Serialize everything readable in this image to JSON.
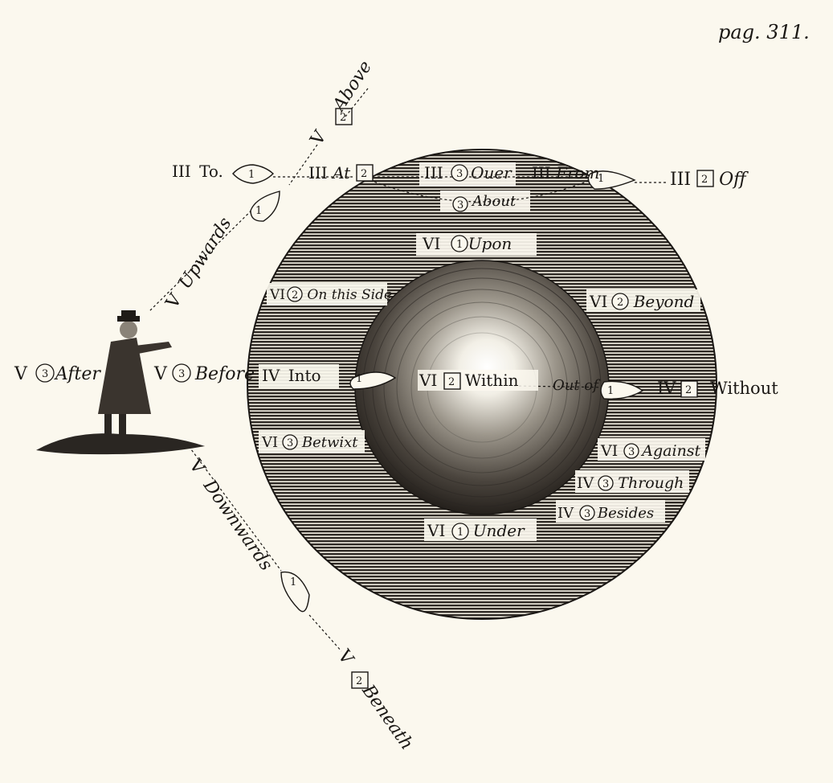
{
  "page_number": "pag. 311.",
  "colors": {
    "paper": "#fbf8ee",
    "ink": "#1a1714",
    "globe": "#2b2723"
  },
  "labels": {
    "above": {
      "roman": "V",
      "marker": "2",
      "word": "Above"
    },
    "upwards": {
      "roman": "V",
      "word": "Upwards",
      "marker": "1"
    },
    "to": {
      "roman": "III",
      "word": "To.",
      "marker": "1"
    },
    "at": {
      "roman": "III",
      "word": "At",
      "marker": "2"
    },
    "over": {
      "roman": "III",
      "marker": "3",
      "word": "Ouer"
    },
    "from": {
      "roman": "III",
      "word": "From",
      "marker": "1"
    },
    "off": {
      "roman": "III",
      "marker": "2",
      "word": "Off"
    },
    "about": {
      "marker": "3",
      "word": "About"
    },
    "upon": {
      "roman": "VI",
      "marker": "1",
      "word": "Upon"
    },
    "on_this_side": {
      "roman": "VI",
      "marker": "2",
      "word": "On this Side"
    },
    "beyond": {
      "roman": "VI",
      "marker": "2",
      "word": "Beyond"
    },
    "after": {
      "roman": "V",
      "marker": "3",
      "word": "After"
    },
    "before": {
      "roman": "V",
      "marker": "3",
      "word": "Before"
    },
    "into": {
      "roman": "IV",
      "word": "Into",
      "marker": "1"
    },
    "within": {
      "roman": "VI",
      "marker": "2",
      "word": "Within"
    },
    "out_of": {
      "word": "Out of",
      "marker": "1"
    },
    "without": {
      "roman": "IV",
      "marker": "2",
      "word": "Without"
    },
    "betwixt": {
      "roman": "VI",
      "marker": "3",
      "word": "Betwixt"
    },
    "against": {
      "roman": "VI",
      "marker": "3",
      "word": "Against"
    },
    "through": {
      "roman": "IV",
      "marker": "3",
      "word": "Through"
    },
    "besides": {
      "roman": "IV",
      "marker": "3",
      "word": "Besides"
    },
    "under": {
      "roman": "VI",
      "marker": "1",
      "word": "Under"
    },
    "downwards": {
      "roman": "V",
      "word": "Downwards",
      "marker": "1"
    },
    "beneath": {
      "roman": "V",
      "marker": "2",
      "word": "Beneath"
    }
  }
}
